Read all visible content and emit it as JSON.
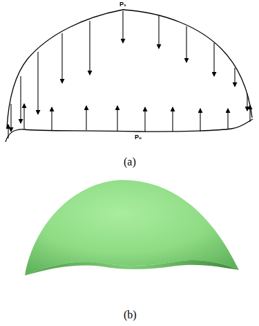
{
  "diagram": {
    "labels": [
      "P₁",
      "P₀",
      "(a)",
      "(b)"
    ]
  }
}
